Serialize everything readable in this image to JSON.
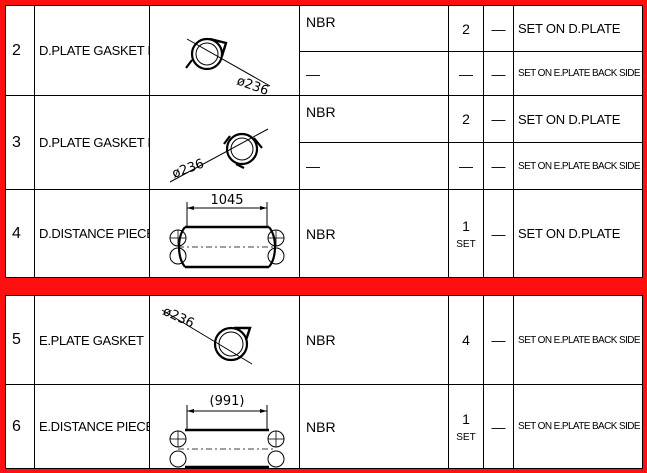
{
  "rows_top": [
    {
      "no": "2",
      "name": "D.PLATE GASKET DA",
      "dim": "ø236",
      "sub": [
        {
          "material": "NBR",
          "qty": "2",
          "dash": "—",
          "remark": "SET ON D.PLATE"
        },
        {
          "material": "—",
          "qty": "—",
          "dash": "—",
          "remark": "SET ON E.PLATE BACK SIDE"
        }
      ]
    },
    {
      "no": "3",
      "name": "D.PLATE GASKET DB",
      "dim": "ø236",
      "sub": [
        {
          "material": "NBR",
          "qty": "2",
          "dash": "—",
          "remark": "SET ON D.PLATE"
        },
        {
          "material": "—",
          "qty": "—",
          "dash": "—",
          "remark": "SET ON E.PLATE BACK SIDE"
        }
      ]
    },
    {
      "no": "4",
      "name": "D.DISTANCE PIECE",
      "dim": "1045",
      "material": "NBR",
      "qty": "1",
      "unit": "SET",
      "dash": "—",
      "remark": "SET ON D.PLATE"
    }
  ],
  "rows_bottom": [
    {
      "no": "5",
      "name": "E.PLATE GASKET",
      "dim": "ø236",
      "material": "NBR",
      "qty": "4",
      "dash": "—",
      "remark": "SET ON E.PLATE BACK SIDE"
    },
    {
      "no": "6",
      "name": "E.DISTANCE PIECE",
      "dim": "(991)",
      "material": "NBR",
      "qty": "1",
      "unit": "SET",
      "dash": "—",
      "remark": "SET ON E.PLATE BACK SIDE"
    }
  ],
  "colors": {
    "frame": "#ff1010",
    "line": "#000000"
  }
}
